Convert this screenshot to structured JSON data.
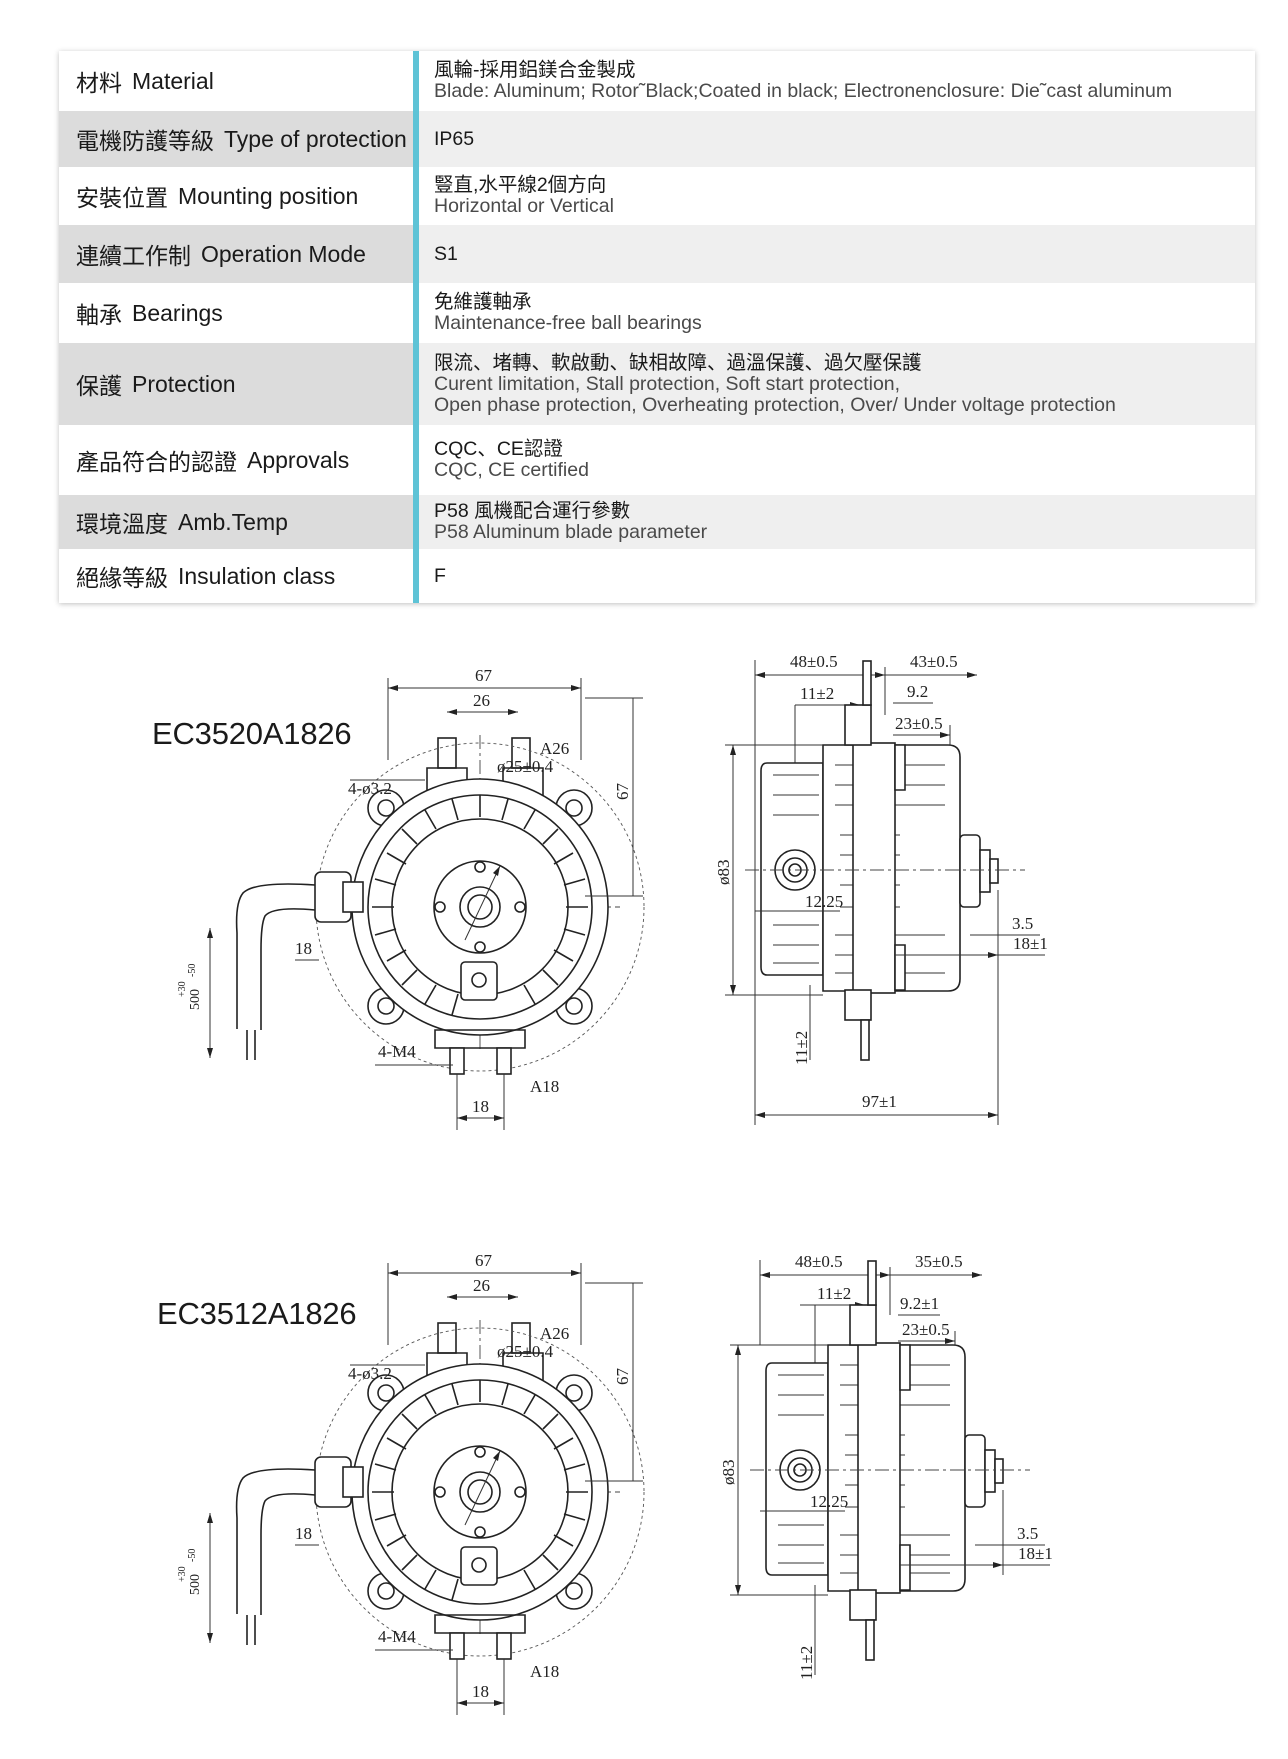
{
  "specs": [
    {
      "zh": "材料",
      "en": "Material",
      "value_zh": "風輪-採用鋁鎂合金製成",
      "value_en": "Blade:  Aluminum;  Rotor˜Black;Coated in black; Electronenclosure: Die˜cast aluminum",
      "value_en2": ""
    },
    {
      "zh": "電機防護等級",
      "en": "Type of protection",
      "value_zh": "IP65",
      "value_en": "",
      "value_en2": ""
    },
    {
      "zh": "安裝位置",
      "en": "Mounting position",
      "value_zh": "豎直,水平線2個方向",
      "value_en": "Horizontal or Vertical",
      "value_en2": ""
    },
    {
      "zh": "連續工作制",
      "en": "Operation Mode",
      "value_zh": "S1",
      "value_en": "",
      "value_en2": ""
    },
    {
      "zh": "軸承",
      "en": "Bearings",
      "value_zh": "免維護軸承",
      "value_en": "Maintenance-free ball bearings",
      "value_en2": ""
    },
    {
      "zh": "保護",
      "en": "Protection",
      "value_zh": "限流、堵轉、軟啟動、缺相故障、過溫保護、過欠壓保護",
      "value_en": "Curent limitation, Stall protection, Soft start protection,",
      "value_en2": "Open phase protection, Overheating protection, Over/ Under voltage protection"
    },
    {
      "zh": "產品符合的認證",
      "en": "Approvals",
      "value_zh": "CQC、CE認證",
      "value_en": "CQC, CE certified",
      "value_en2": ""
    },
    {
      "zh": "環境溫度",
      "en": "Amb.Temp",
      "value_zh": "P58  風機配合運行參數",
      "value_en": "P58  Aluminum blade parameter",
      "value_en2": ""
    },
    {
      "zh": "絕緣等級",
      "en": "Insulation class",
      "value_zh": "F",
      "value_en": "",
      "value_en2": ""
    }
  ],
  "models": [
    {
      "name": "EC3520A1826",
      "front": {
        "w67": "67",
        "w26": "26",
        "a26": "A26",
        "d25": "ø25±0.4",
        "holes": "4-ø3.2",
        "h67": "67",
        "d18": "18",
        "cable": "500",
        "tol_plus": "+30",
        "tol_minus": "-50",
        "m4": "4-M4",
        "a18": "A18",
        "w18": "18"
      },
      "side": {
        "d48": "48±0.5",
        "d43": "43±0.5",
        "d11": "11±2",
        "d92": "9.2",
        "d23": "23±0.5",
        "d83": "ø83",
        "d1225": "12.25",
        "d35": "3.5",
        "d18": "18±1",
        "d11b": "11±2",
        "d97": "97±1"
      }
    },
    {
      "name": "EC3512A1826",
      "front": {
        "w67": "67",
        "w26": "26",
        "a26": "A26",
        "d25": "ø25±0.4",
        "holes": "4-ø3.2",
        "h67": "67",
        "d18": "18",
        "cable": "500",
        "tol_plus": "+30",
        "tol_minus": "-50",
        "m4": "4-M4",
        "a18": "A18",
        "w18": "18"
      },
      "side": {
        "d48": "48±0.5",
        "d43": "35±0.5",
        "d11": "11±2",
        "d92": "9.2±1",
        "d23": "23±0.5",
        "d83": "ø83",
        "d1225": "12.25",
        "d35": "3.5",
        "d18": "18±1",
        "d11b": "11±2",
        "d97": ""
      }
    }
  ]
}
